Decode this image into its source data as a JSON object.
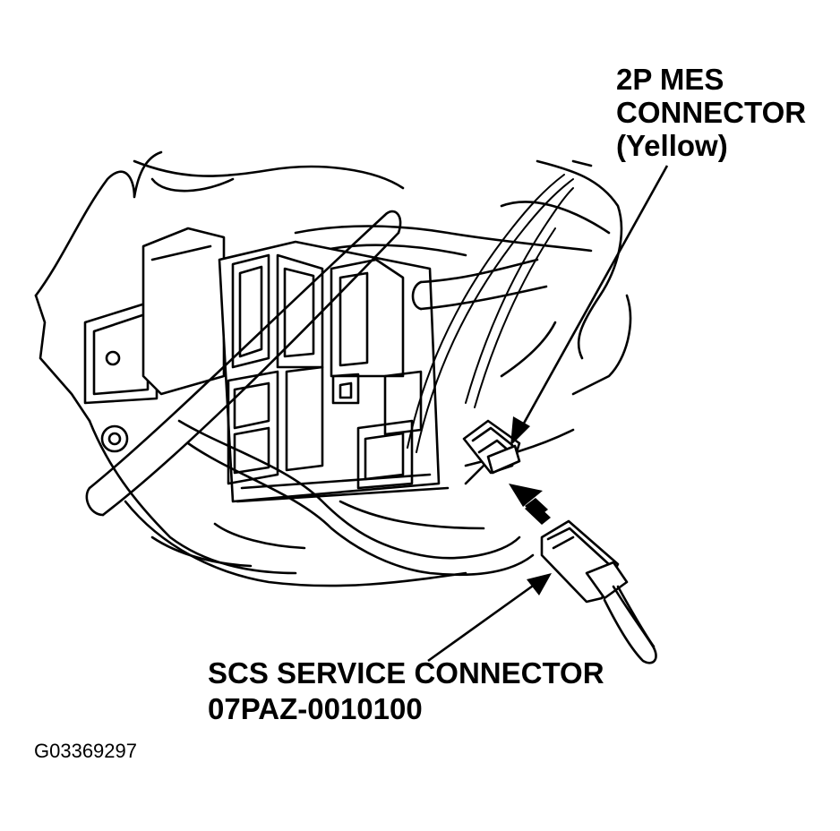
{
  "callouts": {
    "mes_connector": [
      "2P MES",
      "CONNECTOR",
      "(Yellow)"
    ],
    "scs_connector": [
      "SCS SERVICE CONNECTOR",
      "07PAZ-0010100"
    ]
  },
  "figure_id": "G03369297"
}
